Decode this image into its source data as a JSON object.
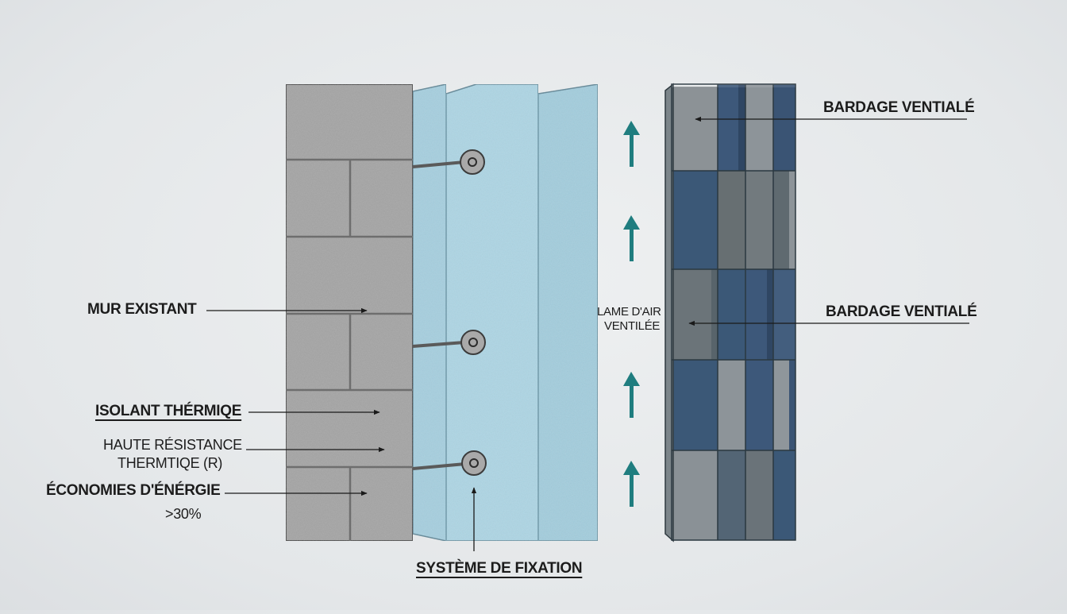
{
  "labels": {
    "mur_existant": "MUR EXISTANT",
    "isolant": "ISOLANT THÉRMIQE",
    "haute_resistance_1": "HAUTE RÉSISTANCE",
    "haute_resistance_2": "THERMTIQE (R)",
    "economies": "ÉCONOMIES D'ÉNÉRGIE",
    "economies_value": ">30%",
    "lame_air_1": "LAME D'AIR",
    "lame_air_2": "VENTILÉE",
    "bardage_top": "BARDAGE VENTIALÉ",
    "bardage_mid": "BARDAGE VENTIALÉ",
    "systeme_fixation": "SYSTÈME DE FIXATION"
  },
  "colors": {
    "wall": "#a3a3a3",
    "insulation": "#a9d2e2",
    "air_arrow": "#1f7d7f",
    "cladding_dark": "#3b5877",
    "cladding_gray": "#8a9196",
    "line": "#1a1a1a"
  }
}
